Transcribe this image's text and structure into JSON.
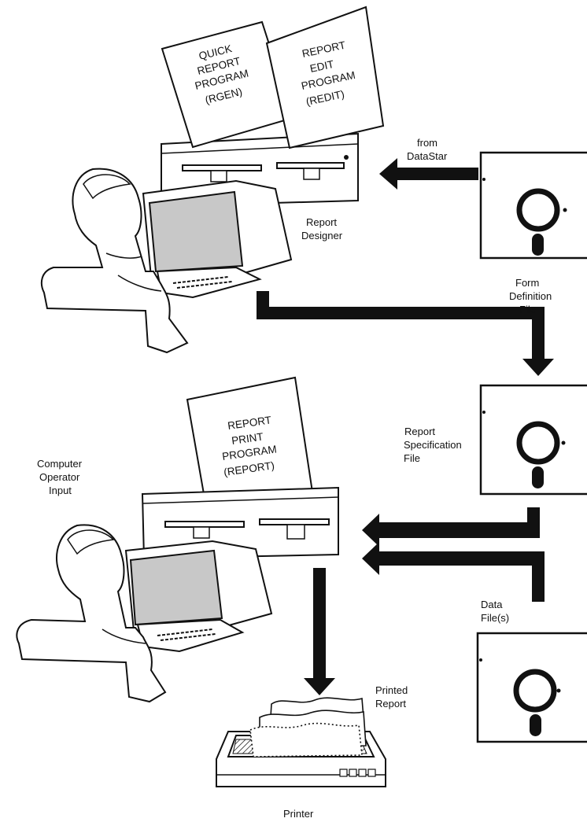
{
  "cards": {
    "rgen": [
      "QUICK",
      "REPORT",
      "PROGRAM",
      "(RGEN)"
    ],
    "redit": [
      "REPORT",
      "EDIT",
      "PROGRAM",
      "(REDIT)"
    ],
    "report": [
      "REPORT",
      "PRINT",
      "PROGRAM",
      "(REPORT)"
    ]
  },
  "labels": {
    "from_datastar": [
      "from",
      "DataStar"
    ],
    "report_designer": [
      "Report",
      "Designer"
    ],
    "form_definition_file": [
      "Form",
      "Definition",
      "File"
    ],
    "report_specification_file": [
      "Report",
      "Specification",
      "File"
    ],
    "computer_operator_input": [
      "Computer",
      "Operator",
      "Input"
    ],
    "data_files": [
      "Data",
      "File(s)"
    ],
    "printed_report": [
      "Printed",
      "Report"
    ],
    "printer": "Printer"
  },
  "icons": {
    "disk": "floppy-disk-icon",
    "computer": "computer-terminal-icon",
    "person": "operator-figure-icon",
    "printer": "printer-icon",
    "arrow": "flow-arrow-icon"
  },
  "colors": {
    "ink": "#111111",
    "paper": "#ffffff",
    "screen": "#c8c8c8"
  }
}
